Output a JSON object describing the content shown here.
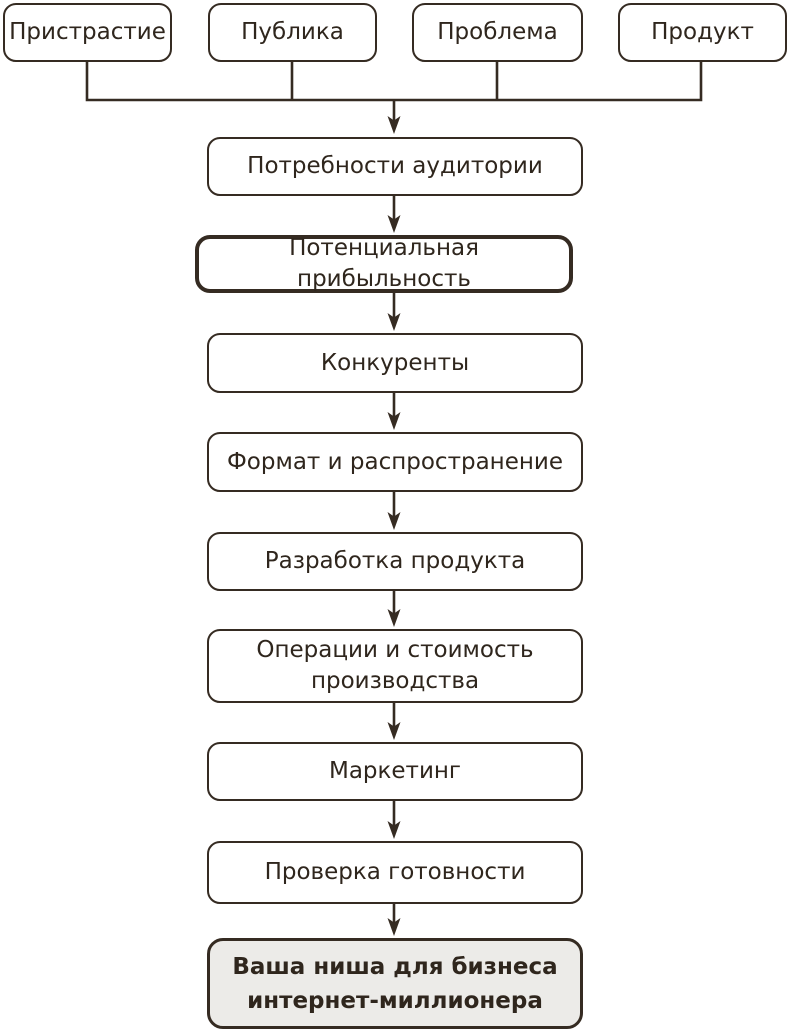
{
  "diagram": {
    "top_row": [
      {
        "label": "Пристрастие"
      },
      {
        "label": "Публика"
      },
      {
        "label": "Проблема"
      },
      {
        "label": "Продукт"
      }
    ],
    "flow": [
      {
        "label": "Потребности аудитории",
        "style": "normal"
      },
      {
        "label": "Потенциальная прибыльность",
        "style": "emphasized-thick-border"
      },
      {
        "label": "Конкуренты",
        "style": "normal"
      },
      {
        "label": "Формат и распространение",
        "style": "normal"
      },
      {
        "label": "Разработка продукта",
        "style": "normal"
      },
      {
        "label": "Операции и стоимость производства",
        "style": "normal"
      },
      {
        "label": "Маркетинг",
        "style": "normal"
      },
      {
        "label": "Проверка готовности",
        "style": "normal"
      },
      {
        "label": "Ваша ниша для бизнеса интернет-миллионера",
        "style": "final-highlighted"
      }
    ],
    "colors": {
      "ink": "#352b22",
      "background": "#ffffff",
      "final_fill": "#ecebe8"
    }
  }
}
